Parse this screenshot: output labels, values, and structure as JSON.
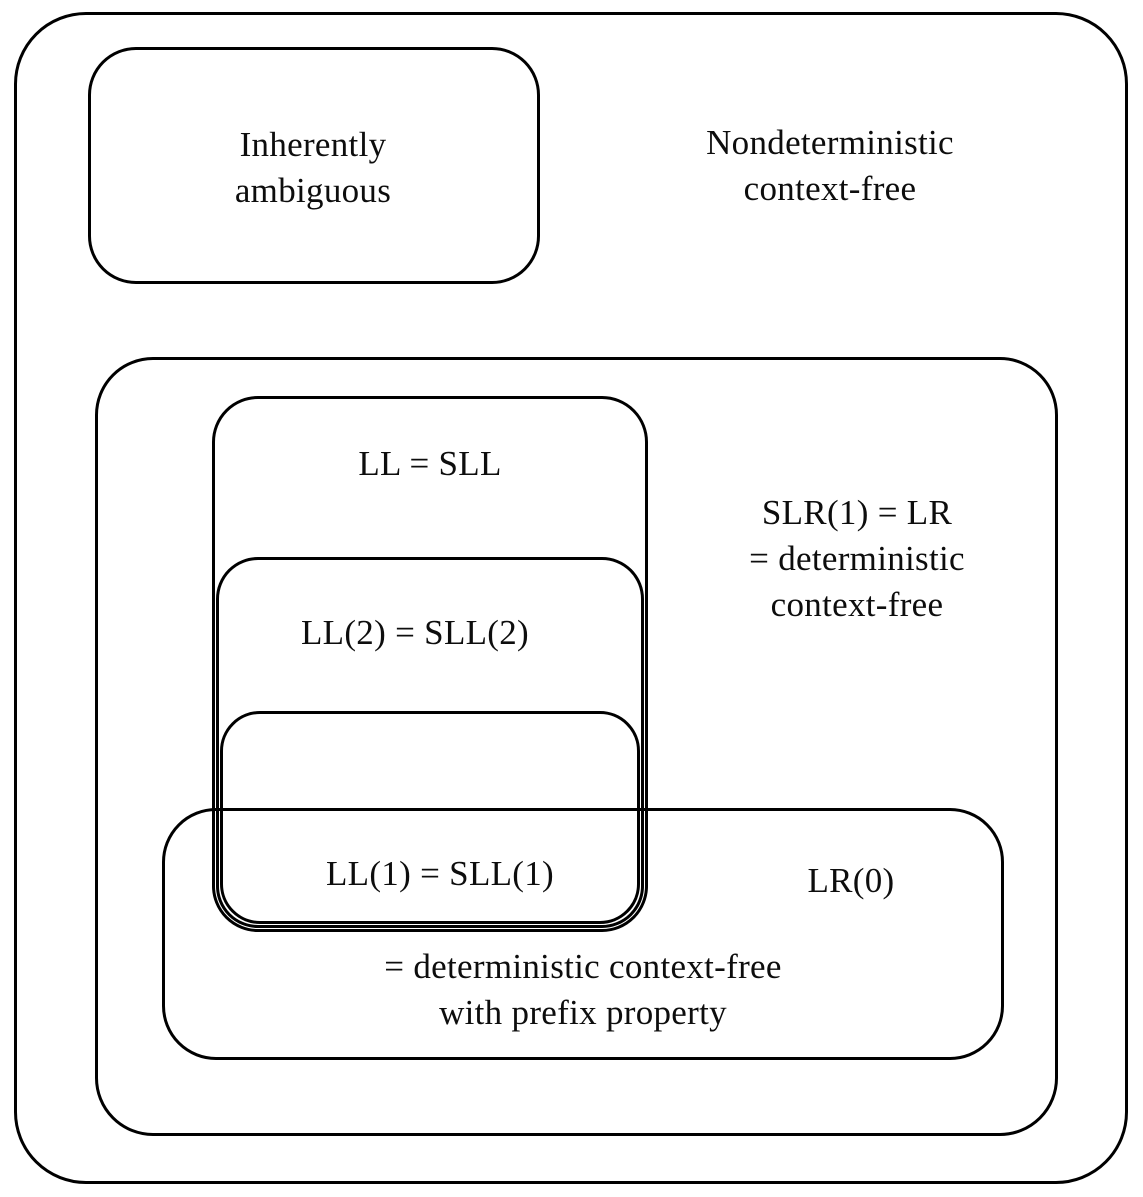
{
  "colors": {
    "line": "#000000",
    "background": "#ffffff",
    "text": "#0d0d0d"
  },
  "labels": {
    "nondeterministic": [
      "Nondeterministic",
      "context-free"
    ],
    "inherently_ambiguous": [
      "Inherently",
      "ambiguous"
    ],
    "slr_lr_deterministic": [
      "SLR(1) = LR",
      "= deterministic",
      "context-free"
    ],
    "ll_sll": [
      "LL = SLL"
    ],
    "ll2_sll2": [
      "LL(2) = SLL(2)"
    ],
    "ll1_sll1": [
      "LL(1) = SLL(1)"
    ],
    "lr0": [
      "LR(0)"
    ],
    "lr0_prefix": [
      "= deterministic context-free",
      "with prefix property"
    ]
  }
}
